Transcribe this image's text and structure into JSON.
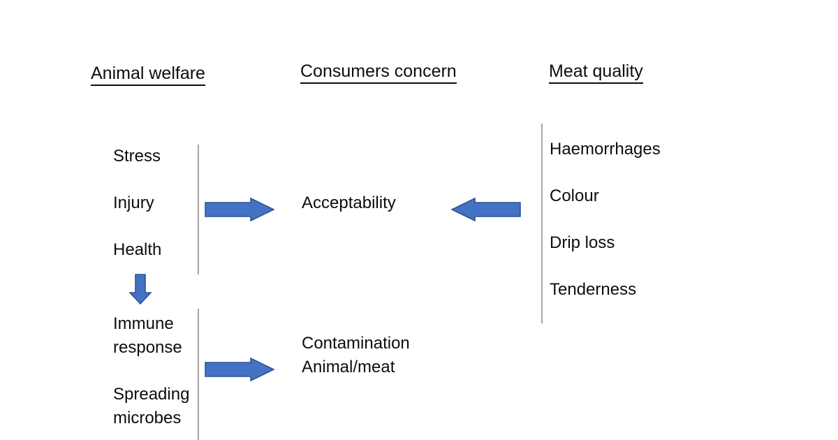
{
  "diagram": {
    "title_columns": [
      {
        "id": "animal-welfare",
        "label": "Animal welfare"
      },
      {
        "id": "consumers-concern",
        "label": "Consumers concern"
      },
      {
        "id": "meat-quality",
        "label": "Meat quality"
      }
    ],
    "animal_welfare": {
      "upper_items": [
        {
          "label": "Stress"
        },
        {
          "label": "Injury"
        },
        {
          "label": "Health"
        }
      ],
      "lower_items": [
        {
          "label": "Immune\nresponse"
        },
        {
          "label": "Spreading\nmicrobes"
        }
      ]
    },
    "consumers_concern": {
      "items": [
        {
          "label": "Acceptability"
        },
        {
          "label": "Contamination\nAnimal/meat"
        }
      ]
    },
    "meat_quality": {
      "items": [
        {
          "label": "Haemorrhages"
        },
        {
          "label": "Colour"
        },
        {
          "label": "Drip loss"
        },
        {
          "label": "Tenderness"
        }
      ]
    },
    "arrows": [
      {
        "id": "welfare-to-acceptability",
        "direction": "right"
      },
      {
        "id": "quality-to-acceptability",
        "direction": "left"
      },
      {
        "id": "health-to-immune",
        "direction": "down"
      },
      {
        "id": "microbes-to-contamination",
        "direction": "right"
      }
    ],
    "colors": {
      "arrow_fill": "#4472C4",
      "arrow_stroke": "#2E5496",
      "divider": "#A6A6A6",
      "text": "#0D0D0D",
      "background": "#FFFFFF"
    }
  }
}
